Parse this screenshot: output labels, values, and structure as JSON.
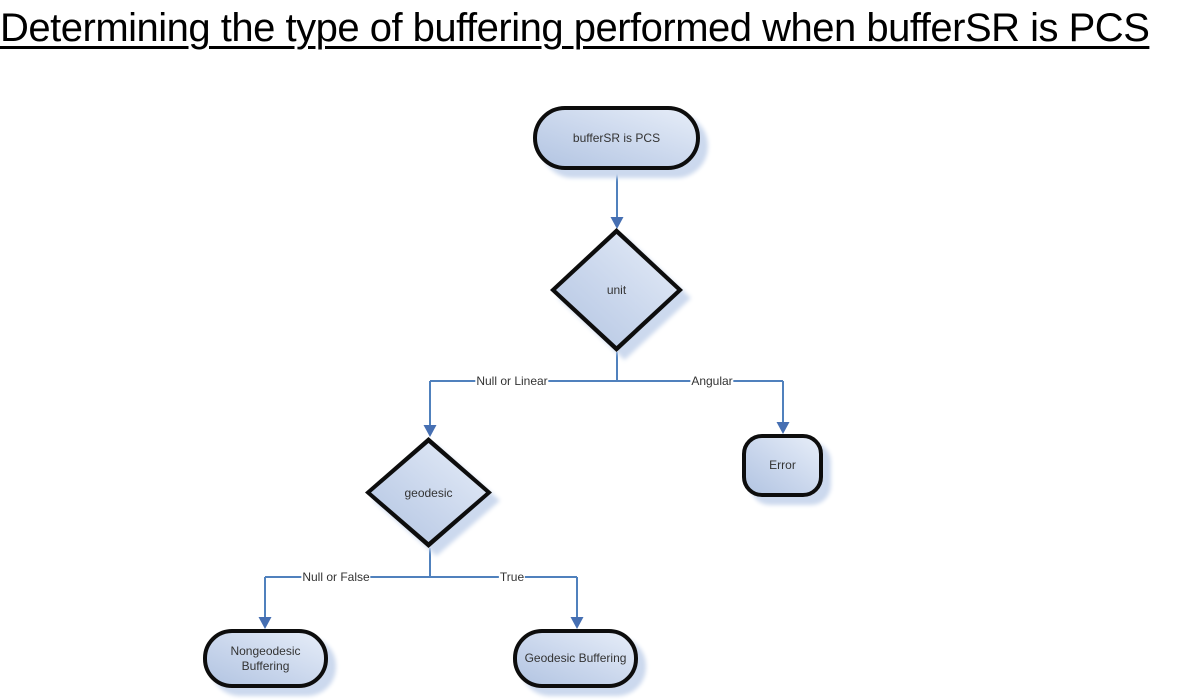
{
  "page": {
    "title": "Determining the type of buffering performed when bufferSR is PCS"
  },
  "colors": {
    "connector": "#5081bd",
    "arrowhead": "#466fb2",
    "node_border": "#0d0d0d",
    "node_fill_top": "#e6edf8",
    "node_fill_bottom": "#b3c5e2",
    "shadow": "#ccd9ee",
    "text": "#333333"
  },
  "flowchart": {
    "nodes": [
      {
        "id": "start",
        "type": "terminator",
        "label": "bufferSR is PCS"
      },
      {
        "id": "unit",
        "type": "decision",
        "label": "unit"
      },
      {
        "id": "geodesic",
        "type": "decision",
        "label": "geodesic"
      },
      {
        "id": "error",
        "type": "terminator",
        "label": "Error"
      },
      {
        "id": "nongeodesic",
        "type": "terminator",
        "label": "Nongeodesic Buffering"
      },
      {
        "id": "geodesic-buffering",
        "type": "terminator",
        "label": "Geodesic Buffering"
      }
    ],
    "edge_labels": [
      {
        "id": "null-or-linear",
        "label": "Null or Linear"
      },
      {
        "id": "angular",
        "label": "Angular"
      },
      {
        "id": "null-or-false",
        "label": "Null or False"
      },
      {
        "id": "true",
        "label": "True"
      }
    ]
  }
}
